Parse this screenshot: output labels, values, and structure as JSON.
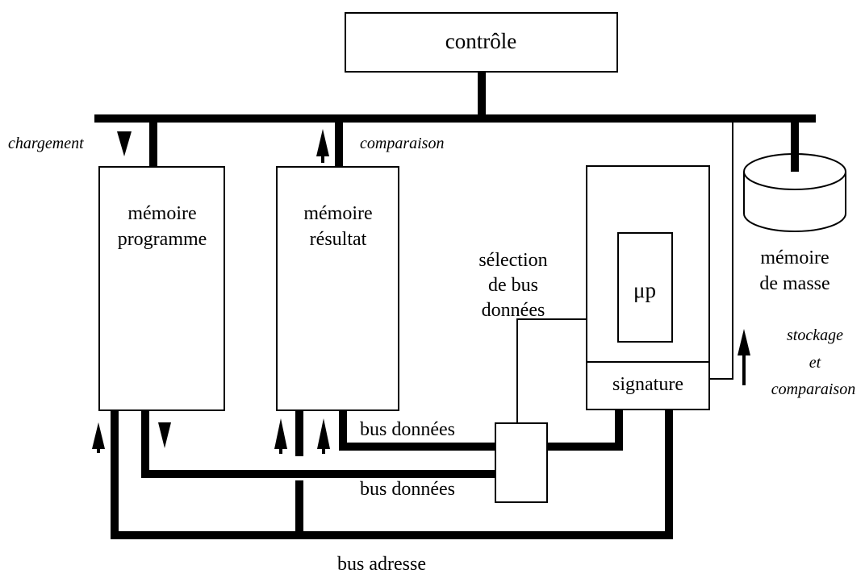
{
  "labels": {
    "control": "contrôle",
    "loading": "chargement",
    "comparison": "comparaison",
    "program_memory": [
      "mémoire",
      "programme"
    ],
    "result_memory": [
      "mémoire",
      "résultat"
    ],
    "bus_selection": [
      "sélection",
      "de bus",
      "données"
    ],
    "microprocessor": "μp",
    "signature": "signature",
    "mass_storage": [
      "mémoire",
      "de masse"
    ],
    "storage_comparison": [
      "stockage",
      "et",
      "comparaison"
    ],
    "data_bus_upper": "bus données",
    "data_bus_lower": "bus données",
    "address_bus": "bus adresse"
  }
}
